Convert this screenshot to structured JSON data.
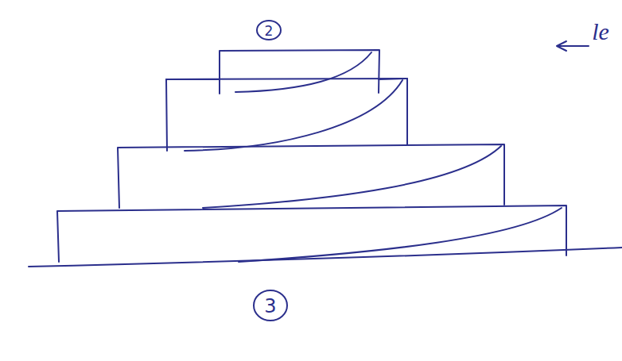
{
  "diagram": {
    "labels": [
      "2",
      "le",
      "3"
    ]
  }
}
